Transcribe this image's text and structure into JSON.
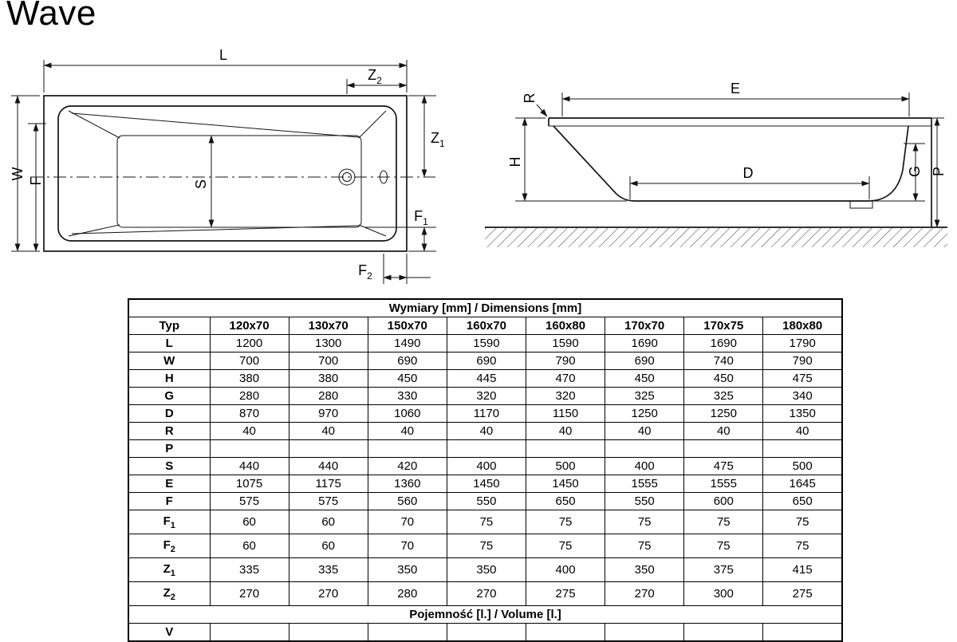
{
  "title": "Wave",
  "diagrams": {
    "top": {
      "l": "L",
      "w": "W",
      "f": "F",
      "s": "S",
      "z1": {
        "main": "Z",
        "sub": "1"
      },
      "z2": {
        "main": "Z",
        "sub": "2"
      },
      "f1": {
        "main": "F",
        "sub": "1"
      },
      "f2": {
        "main": "F",
        "sub": "2"
      }
    },
    "side": {
      "r": "R",
      "e": "E",
      "h": "H",
      "d": "D",
      "g": "G",
      "p": "P"
    }
  },
  "table": {
    "header": "Wymiary [mm] / Dimensions [mm]",
    "type_label": "Typ",
    "columns": [
      "120x70",
      "130x70",
      "150x70",
      "160x70",
      "160x80",
      "170x70",
      "170x75",
      "180x80"
    ],
    "rows": [
      {
        "label": "L",
        "sub": "",
        "values": [
          "1200",
          "1300",
          "1490",
          "1590",
          "1590",
          "1690",
          "1690",
          "1790"
        ]
      },
      {
        "label": "W",
        "sub": "",
        "values": [
          "700",
          "700",
          "690",
          "690",
          "790",
          "690",
          "740",
          "790"
        ]
      },
      {
        "label": "H",
        "sub": "",
        "values": [
          "380",
          "380",
          "450",
          "445",
          "470",
          "450",
          "450",
          "475"
        ]
      },
      {
        "label": "G",
        "sub": "",
        "values": [
          "280",
          "280",
          "330",
          "320",
          "320",
          "325",
          "325",
          "340"
        ]
      },
      {
        "label": "D",
        "sub": "",
        "values": [
          "870",
          "970",
          "1060",
          "1170",
          "1150",
          "1250",
          "1250",
          "1350"
        ]
      },
      {
        "label": "R",
        "sub": "",
        "values": [
          "40",
          "40",
          "40",
          "40",
          "40",
          "40",
          "40",
          "40"
        ]
      },
      {
        "label": "P",
        "sub": "",
        "values": [
          "",
          "",
          "",
          "",
          "",
          "",
          "",
          ""
        ]
      },
      {
        "label": "S",
        "sub": "",
        "values": [
          "440",
          "440",
          "420",
          "400",
          "500",
          "400",
          "475",
          "500"
        ]
      },
      {
        "label": "E",
        "sub": "",
        "values": [
          "1075",
          "1175",
          "1360",
          "1450",
          "1450",
          "1555",
          "1555",
          "1645"
        ]
      },
      {
        "label": "F",
        "sub": "",
        "values": [
          "575",
          "575",
          "560",
          "550",
          "650",
          "550",
          "600",
          "650"
        ]
      },
      {
        "label": "F",
        "sub": "1",
        "values": [
          "60",
          "60",
          "70",
          "75",
          "75",
          "75",
          "75",
          "75"
        ]
      },
      {
        "label": "F",
        "sub": "2",
        "values": [
          "60",
          "60",
          "70",
          "75",
          "75",
          "75",
          "75",
          "75"
        ]
      },
      {
        "label": "Z",
        "sub": "1",
        "values": [
          "335",
          "335",
          "350",
          "350",
          "400",
          "350",
          "375",
          "415"
        ]
      },
      {
        "label": "Z",
        "sub": "2",
        "values": [
          "270",
          "270",
          "280",
          "270",
          "275",
          "270",
          "300",
          "275"
        ]
      }
    ],
    "volume_header": "Pojemność [l.] / Volume [l.]",
    "volume_label": "V"
  }
}
